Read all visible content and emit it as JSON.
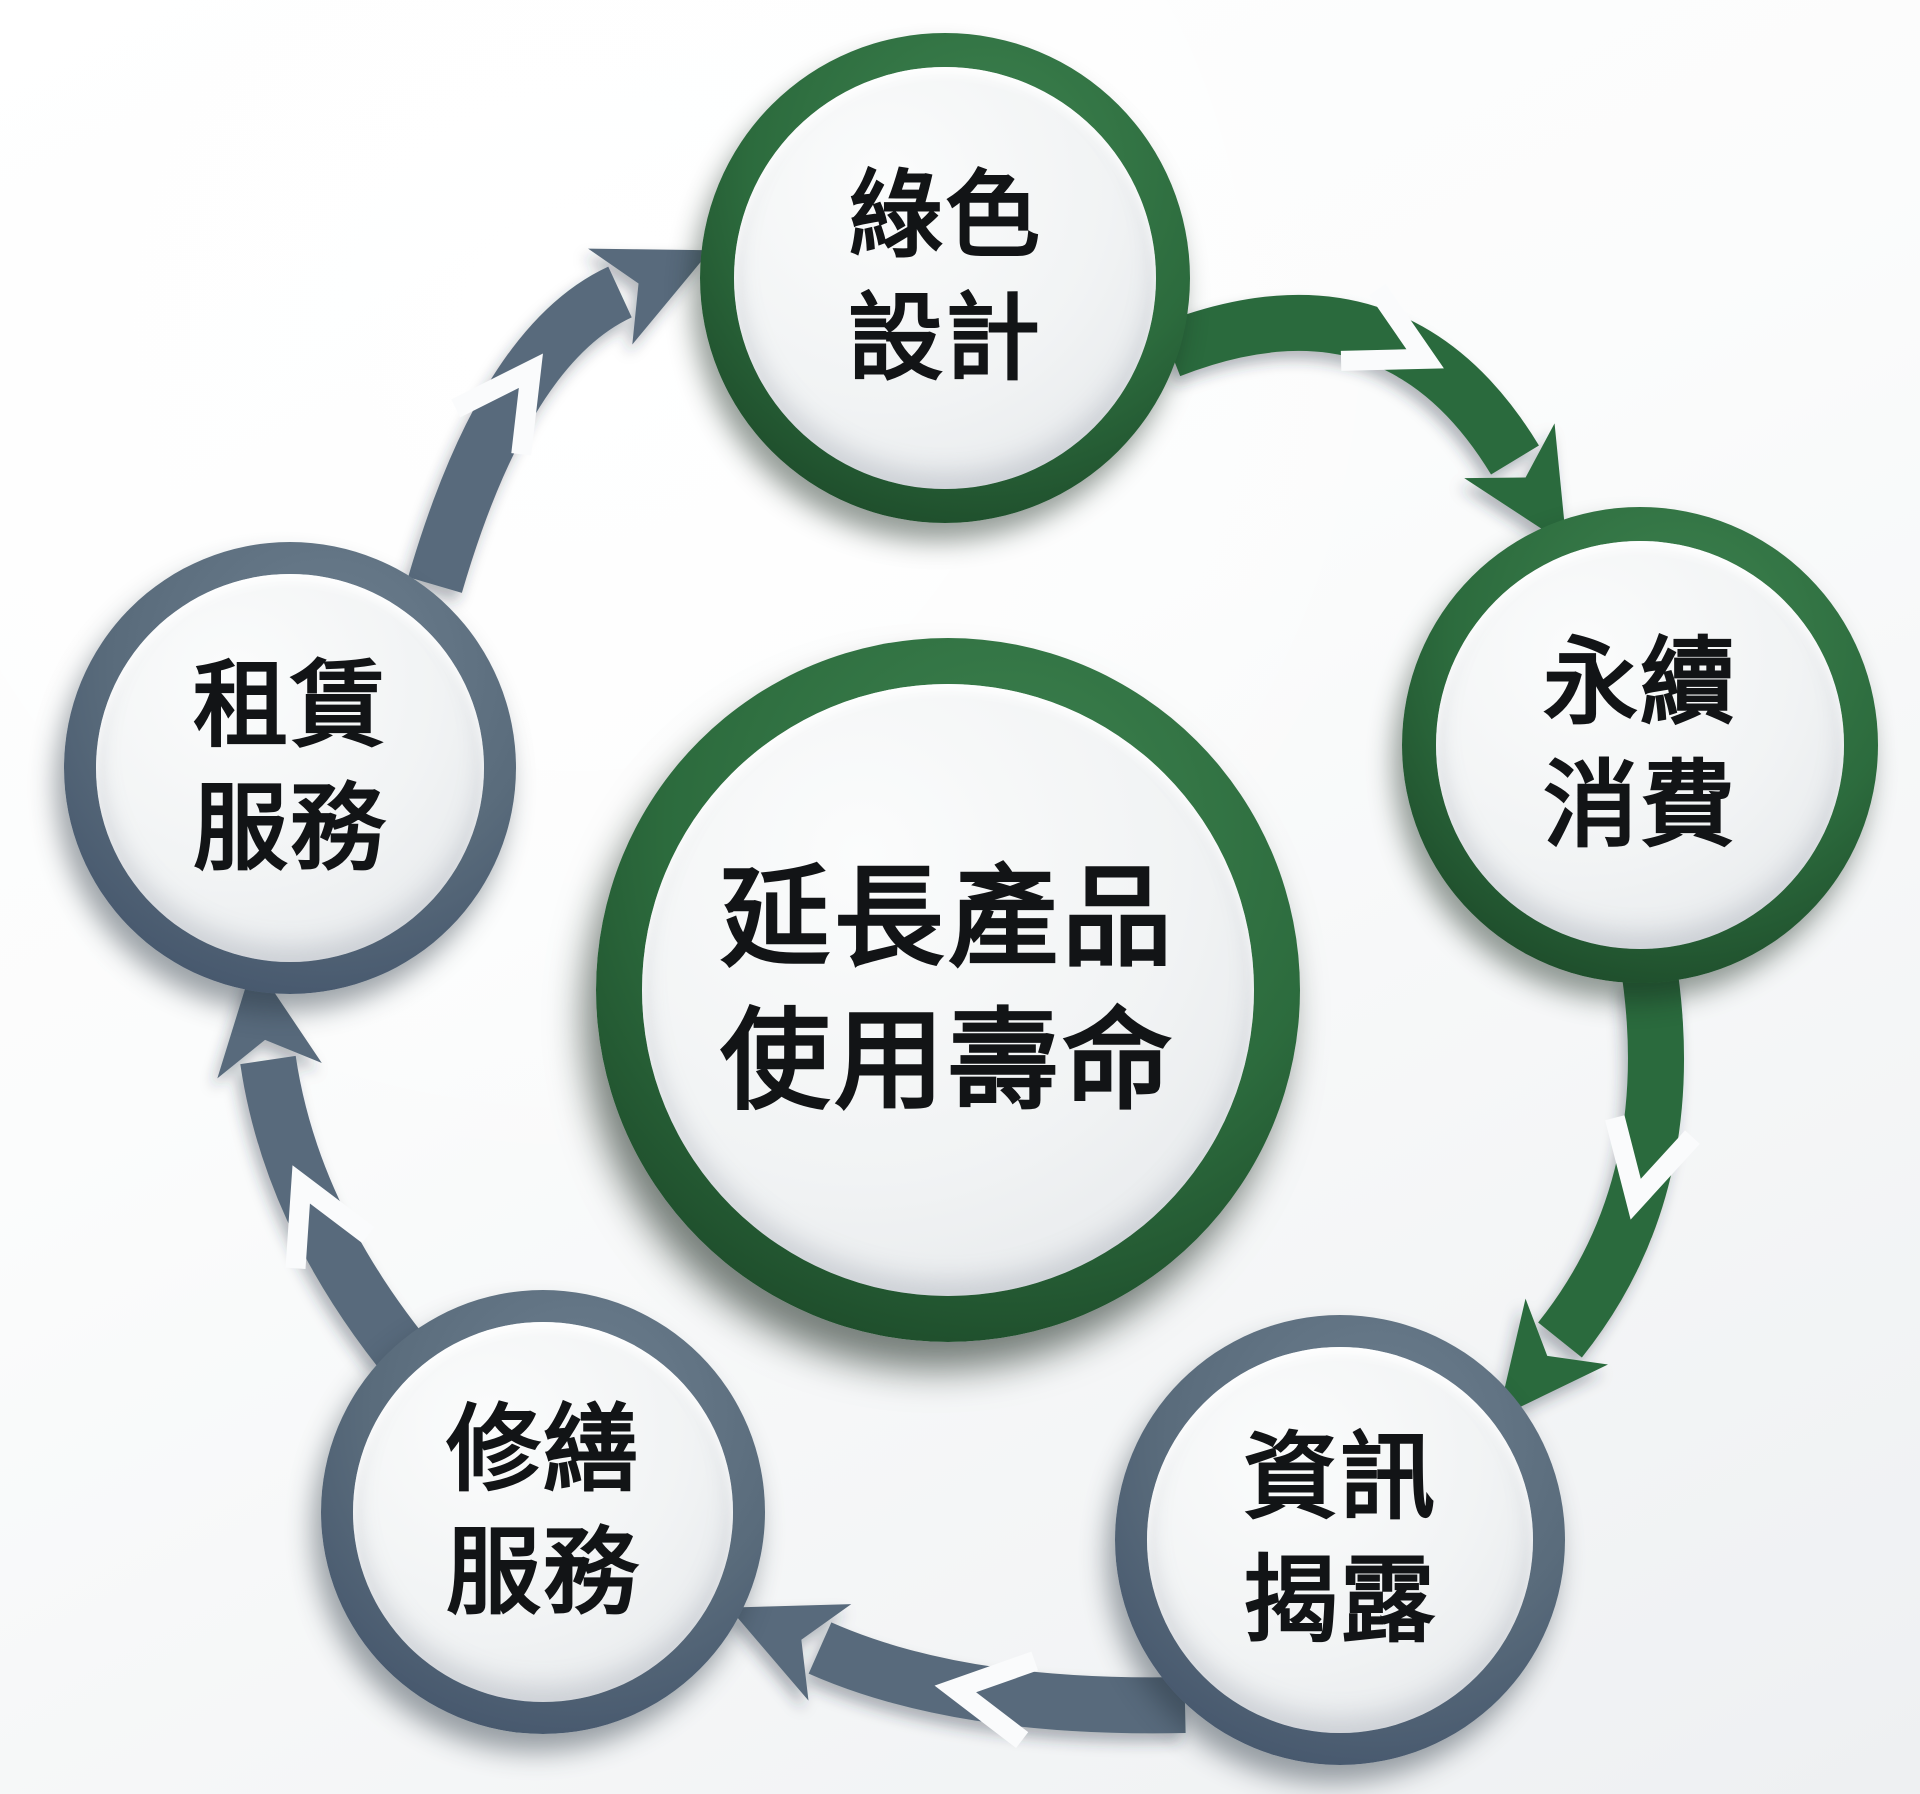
{
  "diagram": {
    "center": {
      "id": "extend-product-lifespan",
      "line1": "延長產品",
      "line2": "使用壽命",
      "theme": "green"
    },
    "nodes": [
      {
        "id": "green-design",
        "line1": "綠色",
        "line2": "設計",
        "theme": "green"
      },
      {
        "id": "sustainable-consumption",
        "line1": "永續",
        "line2": "消費",
        "theme": "green"
      },
      {
        "id": "information-disclosure",
        "line1": "資訊",
        "line2": "揭露",
        "theme": "gray"
      },
      {
        "id": "repair-service",
        "line1": "修繕",
        "line2": "服務",
        "theme": "gray"
      },
      {
        "id": "rental-service",
        "line1": "租賃",
        "line2": "服務",
        "theme": "gray"
      }
    ],
    "arrows": [
      {
        "from": "rental-service",
        "to": "green-design",
        "color": "gray"
      },
      {
        "from": "green-design",
        "to": "sustainable-consumption",
        "color": "green"
      },
      {
        "from": "sustainable-consumption",
        "to": "information-disclosure",
        "color": "green"
      },
      {
        "from": "information-disclosure",
        "to": "repair-service",
        "color": "gray"
      },
      {
        "from": "repair-service",
        "to": "rental-service",
        "color": "gray"
      }
    ],
    "colors": {
      "green": "#2c6b3d",
      "gray": "#596b7b",
      "node_fill": "#f1f3f4",
      "text": "#121416",
      "background": "#fbfcfd"
    }
  }
}
